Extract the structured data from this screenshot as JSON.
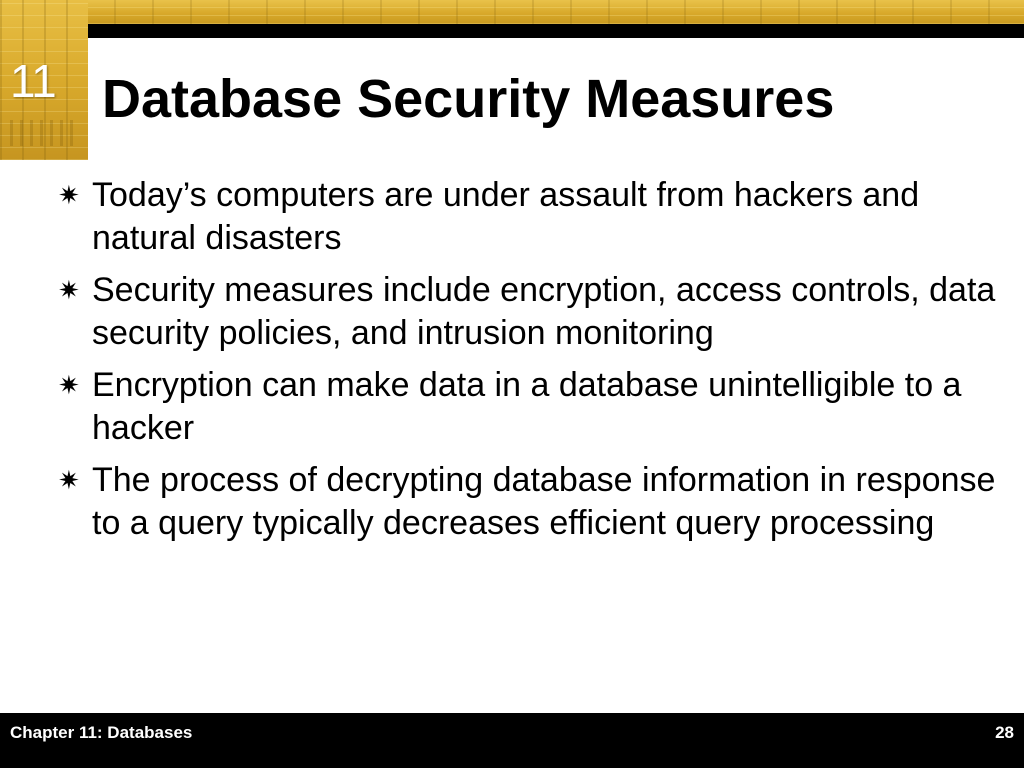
{
  "slide": {
    "chapter_number": "11",
    "title": "Database Security Measures",
    "bullet_marker": "✷",
    "bullets": [
      "Today’s computers are under assault from hackers and natural disasters",
      "Security measures include encryption, access controls, data security policies, and intrusion monitoring",
      "Encryption can make data in a database unintelligible to a hacker",
      "The process of decrypting database information in response to a query typically decreases efficient query processing"
    ]
  },
  "footer": {
    "chapter_label": "Chapter 11: Databases",
    "page_number": "28"
  },
  "colors": {
    "accent_gold": "#d9aa2c",
    "text": "#000000",
    "footer_bg": "#000000",
    "footer_text": "#ffffff"
  }
}
